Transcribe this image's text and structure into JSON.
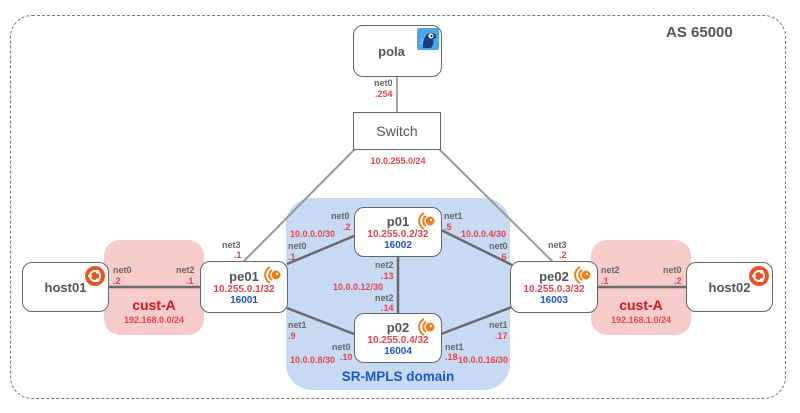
{
  "as_label": "AS 65000",
  "domain_label": "SR-MPLS domain",
  "switch": {
    "name": "Switch",
    "subnet": "10.0.255.0/24"
  },
  "nodes": {
    "pola": {
      "name": "pola",
      "icon": "pola-bird-icon"
    },
    "host01": {
      "name": "host01",
      "icon": "ubuntu-icon"
    },
    "host02": {
      "name": "host02",
      "icon": "ubuntu-icon"
    },
    "pe01": {
      "name": "pe01",
      "loopback": "10.255.0.1/32",
      "sid": "16001",
      "icon": "frr-icon"
    },
    "pe02": {
      "name": "pe02",
      "loopback": "10.255.0.3/32",
      "sid": "16003",
      "icon": "frr-icon"
    },
    "p01": {
      "name": "p01",
      "loopback": "10.255.0.2/32",
      "sid": "16002",
      "icon": "frr-icon"
    },
    "p02": {
      "name": "p02",
      "loopback": "10.255.0.4/32",
      "sid": "16004",
      "icon": "frr-icon"
    }
  },
  "customers": [
    {
      "name": "cust-A",
      "subnet": "192.168.0.0/24"
    },
    {
      "name": "cust-A",
      "subnet": "192.168.1.0/24"
    }
  ],
  "links": {
    "pola_switch": {
      "pola_if": "net0",
      "pola_addr": ".254"
    },
    "switch_pe01": {
      "pe01_if": "net3",
      "pe01_addr": ".1"
    },
    "switch_pe02": {
      "pe02_if": "net3",
      "pe02_addr": ".2"
    },
    "host01_pe01": {
      "host_if": "net0",
      "host_addr": ".2",
      "pe_if": "net2",
      "pe_addr": ".1"
    },
    "pe02_host02": {
      "pe_if": "net2",
      "pe_addr": ".1",
      "host_if": "net0",
      "host_addr": ".2"
    },
    "pe01_p01": {
      "subnet": "10.0.0.0/30",
      "pe01_if": "net0",
      "pe01_addr": ".1",
      "p01_if": "net0",
      "p01_addr": ".2"
    },
    "p01_pe02": {
      "subnet": "10.0.0.4/30",
      "p01_if": "net1",
      "p01_addr": ".5",
      "pe02_if": "net0",
      "pe02_addr": ".6"
    },
    "p01_p02": {
      "subnet": "10.0.0.12/30",
      "p01_if": "net2",
      "p01_addr": ".13",
      "p02_if": "net2",
      "p02_addr": ".14"
    },
    "pe01_p02": {
      "subnet": "10.0.0.8/30",
      "pe01_if": "net1",
      "pe01_addr": ".9",
      "p02_if": "net0",
      "p02_addr": ".10"
    },
    "p02_pe02": {
      "subnet": "10.0.0.16/30",
      "p02_if": "net1",
      "p02_addr": ".18",
      "pe02_if": "net1",
      "pe02_addr": ".17"
    }
  }
}
